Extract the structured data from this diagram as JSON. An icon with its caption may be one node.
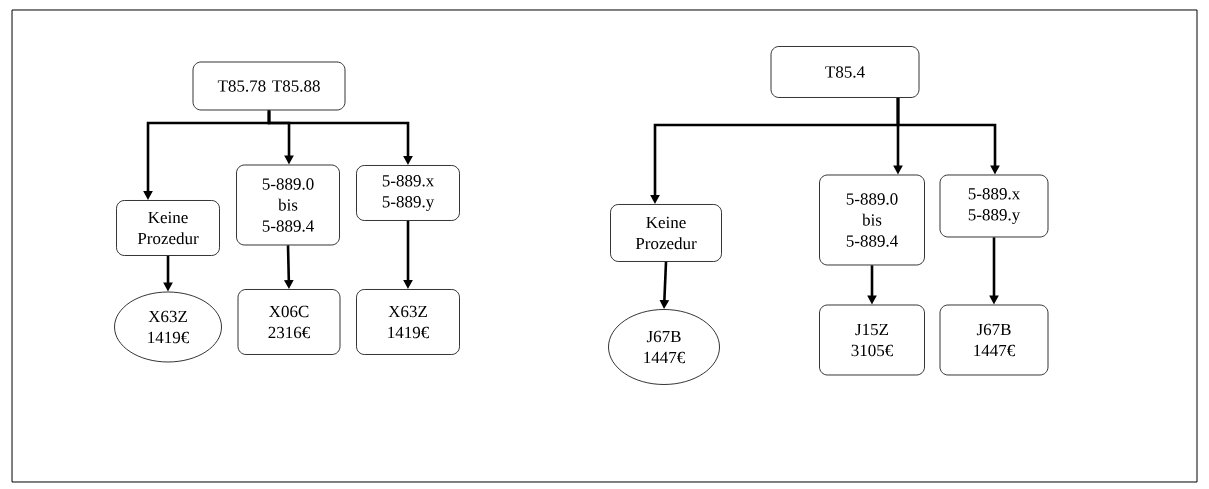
{
  "diagram": {
    "nodes": [
      {
        "text": [
          "T85.78  T85.88"
        ]
      },
      {
        "text": [
          "Keine Prozedur"
        ]
      },
      {
        "text": [
          "5-889.0 bis 5-889.4"
        ]
      },
      {
        "text": [
          "5-889.x 5-889.y"
        ]
      },
      {
        "text": [
          "X63Z 1419€"
        ]
      },
      {
        "text": [
          "X06C 2316€"
        ]
      },
      {
        "text": [
          "X63Z 1419€"
        ]
      },
      {
        "text": [
          "T85.4"
        ]
      },
      {
        "text": [
          "Keine Prozedur"
        ]
      },
      {
        "text": [
          "5-889.0 bis 5-889.4"
        ]
      },
      {
        "text": [
          "5-889.x 5-889.y"
        ]
      },
      {
        "text": [
          "J67B 1447€"
        ]
      },
      {
        "text": [
          "J15Z 3105€"
        ]
      },
      {
        "text": [
          "J67B 1447€"
        ]
      }
    ],
    "edges": [
      {
        "from": 0,
        "to": 1,
        "arrow": "to"
      },
      {
        "from": 0,
        "to": 2,
        "arrow": "to"
      },
      {
        "from": 0,
        "to": 3,
        "arrow": "to"
      },
      {
        "from": 1,
        "to": 4,
        "arrow": "to"
      },
      {
        "from": 2,
        "to": 5,
        "arrow": "to"
      },
      {
        "from": 3,
        "to": 6,
        "arrow": "to"
      },
      {
        "from": 7,
        "to": 8,
        "arrow": "to"
      },
      {
        "from": 7,
        "to": 9,
        "arrow": "to"
      },
      {
        "from": 7,
        "to": 10,
        "arrow": "to"
      },
      {
        "from": 8,
        "to": 11,
        "arrow": "to"
      },
      {
        "from": 9,
        "to": 12,
        "arrow": "to"
      },
      {
        "from": 10,
        "to": 13,
        "arrow": "to"
      }
    ]
  }
}
